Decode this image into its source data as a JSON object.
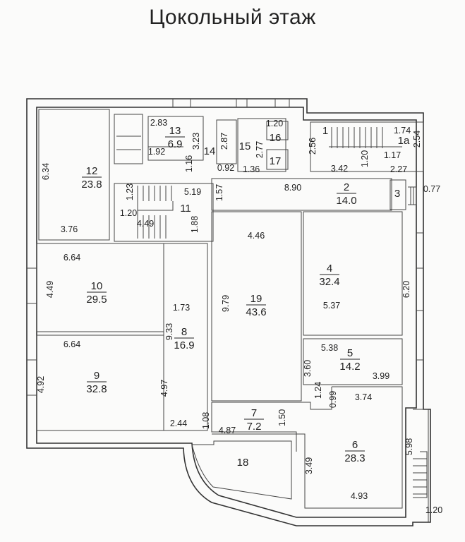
{
  "title": "Цокольный этаж",
  "rooms": [
    {
      "number": "12",
      "area": "23.8"
    },
    {
      "number": "13",
      "area": "6.9"
    },
    {
      "number": "14"
    },
    {
      "number": "15"
    },
    {
      "number": "16"
    },
    {
      "number": "17"
    },
    {
      "number": "1"
    },
    {
      "number": "1a"
    },
    {
      "number": "2",
      "area": "14.0"
    },
    {
      "number": "3"
    },
    {
      "number": "11"
    },
    {
      "number": "4",
      "area": "32.4"
    },
    {
      "number": "10",
      "area": "29.5"
    },
    {
      "number": "19",
      "area": "43.6"
    },
    {
      "number": "8",
      "area": "16.9"
    },
    {
      "number": "5",
      "area": "14.2"
    },
    {
      "number": "9",
      "area": "32.8"
    },
    {
      "number": "7",
      "area": "7.2"
    },
    {
      "number": "6",
      "area": "28.3"
    },
    {
      "number": "18"
    }
  ],
  "dimensions": [
    "2.83",
    "1.92",
    "3.23",
    "1.16",
    "2.87",
    "0.92",
    "1.36",
    "1.20",
    "2.77",
    "2.56",
    "1.74",
    "2.54",
    "1.20",
    "1.17",
    "3.42",
    "2.27",
    "0.77",
    "6.34",
    "1.23",
    "1.20",
    "5.19",
    "1.57",
    "8.90",
    "4.49",
    "1.88",
    "3.76",
    "4.46",
    "6.64",
    "4.49",
    "6.20",
    "5.37",
    "1.73",
    "9.79",
    "9.33",
    "6.64",
    "5.38",
    "3.60",
    "3.99",
    "4.92",
    "4.97",
    "1.24",
    "0.99",
    "3.74",
    "2.44",
    "1.08",
    "1.50",
    "4.87",
    "3.49",
    "5.98",
    "4.93",
    "1.20"
  ]
}
